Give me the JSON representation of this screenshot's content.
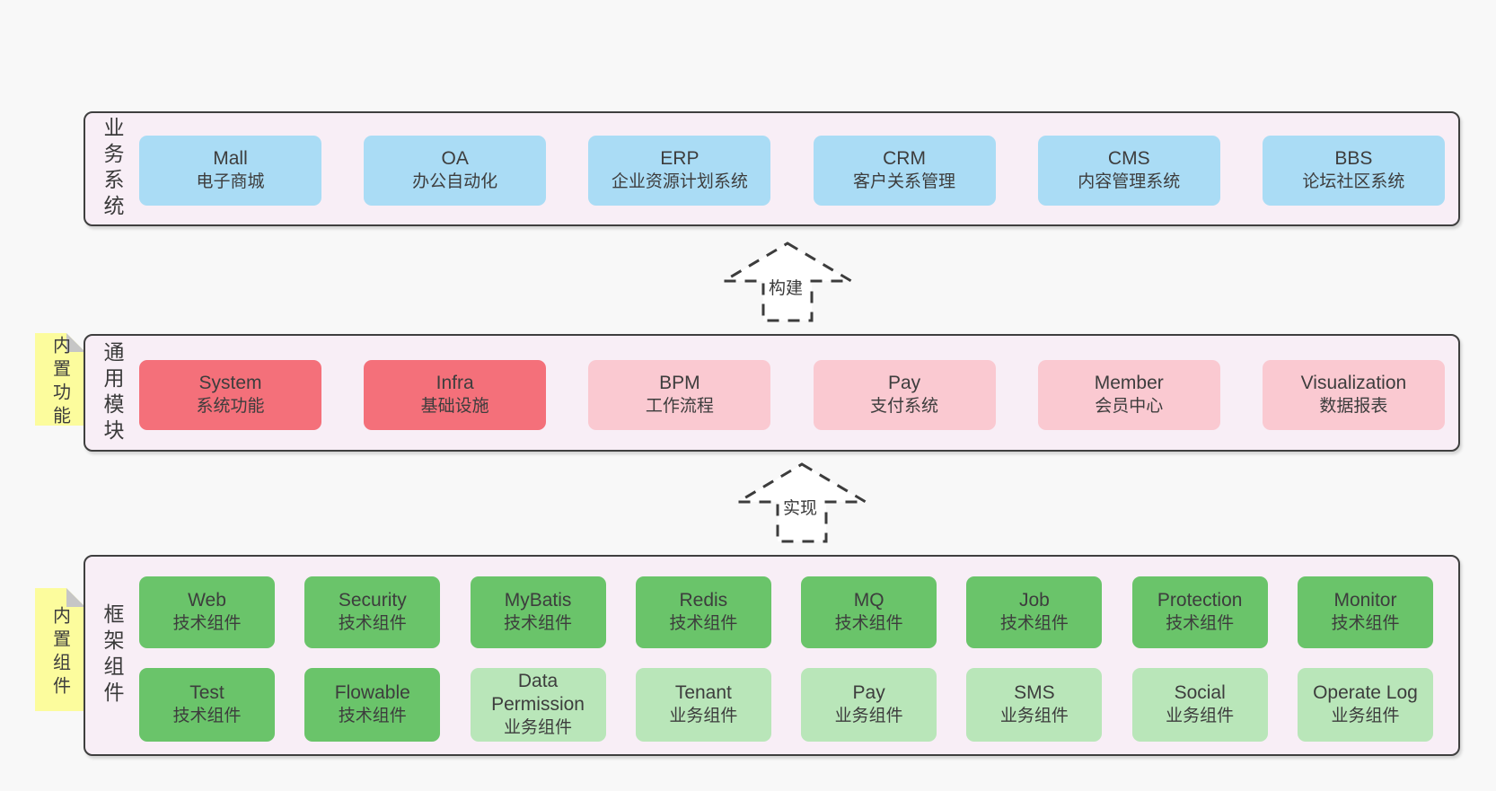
{
  "title": "架构图 / architecture diagram",
  "colors": {
    "page_bg": "#f8f8f8",
    "container_bg": "#f8eef6",
    "container_border": "#3f3f3f",
    "note_yellow": "#fcfc9d",
    "note_fold_gray": "#c6c6c6",
    "box_blue": "#aadcf5",
    "box_red": "#f4707a",
    "box_pink": "#fac9d1",
    "box_dark_green": "#6ac46a",
    "box_light_green": "#b9e6b9",
    "text": "#3d3d3d"
  },
  "sections": {
    "business": {
      "label": "业务系统",
      "boxes": [
        {
          "name": "Mall",
          "subtitle": "电子商城"
        },
        {
          "name": "OA",
          "subtitle": "办公自动化"
        },
        {
          "name": "ERP",
          "subtitle": "企业资源计划系统"
        },
        {
          "name": "CRM",
          "subtitle": "客户关系管理"
        },
        {
          "name": "CMS",
          "subtitle": "内容管理系统"
        },
        {
          "name": "BBS",
          "subtitle": "论坛社区系统"
        }
      ]
    },
    "arrow_build": {
      "label": "构建"
    },
    "modules": {
      "label": "通用模块",
      "note": "内置功能",
      "boxes": [
        {
          "name": "System",
          "subtitle": "系统功能",
          "variant": "red"
        },
        {
          "name": "Infra",
          "subtitle": "基础设施",
          "variant": "red"
        },
        {
          "name": "BPM",
          "subtitle": "工作流程",
          "variant": "pink"
        },
        {
          "name": "Pay",
          "subtitle": "支付系统",
          "variant": "pink"
        },
        {
          "name": "Member",
          "subtitle": "会员中心",
          "variant": "pink"
        },
        {
          "name": "Visualization",
          "subtitle": "数据报表",
          "variant": "pink"
        }
      ]
    },
    "arrow_implement": {
      "label": "实现"
    },
    "framework": {
      "label": "框架组件",
      "note": "内置组件",
      "row1": [
        {
          "name": "Web",
          "subtitle": "技术组件",
          "variant": "dark-green"
        },
        {
          "name": "Security",
          "subtitle": "技术组件",
          "variant": "dark-green"
        },
        {
          "name": "MyBatis",
          "subtitle": "技术组件",
          "variant": "dark-green"
        },
        {
          "name": "Redis",
          "subtitle": "技术组件",
          "variant": "dark-green"
        },
        {
          "name": "MQ",
          "subtitle": "技术组件",
          "variant": "dark-green"
        },
        {
          "name": "Job",
          "subtitle": "技术组件",
          "variant": "dark-green"
        },
        {
          "name": "Protection",
          "subtitle": "技术组件",
          "variant": "dark-green"
        },
        {
          "name": "Monitor",
          "subtitle": "技术组件",
          "variant": "dark-green"
        }
      ],
      "row2": [
        {
          "name": "Test",
          "subtitle": "技术组件",
          "variant": "dark-green"
        },
        {
          "name": "Flowable",
          "subtitle": "技术组件",
          "variant": "dark-green"
        },
        {
          "name": "Data Permission",
          "subtitle": "业务组件",
          "variant": "light-green"
        },
        {
          "name": "Tenant",
          "subtitle": "业务组件",
          "variant": "light-green"
        },
        {
          "name": "Pay",
          "subtitle": "业务组件",
          "variant": "light-green"
        },
        {
          "name": "SMS",
          "subtitle": "业务组件",
          "variant": "light-green"
        },
        {
          "name": "Social",
          "subtitle": "业务组件",
          "variant": "light-green"
        },
        {
          "name": "Operate Log",
          "subtitle": "业务组件",
          "variant": "light-green"
        }
      ]
    }
  }
}
